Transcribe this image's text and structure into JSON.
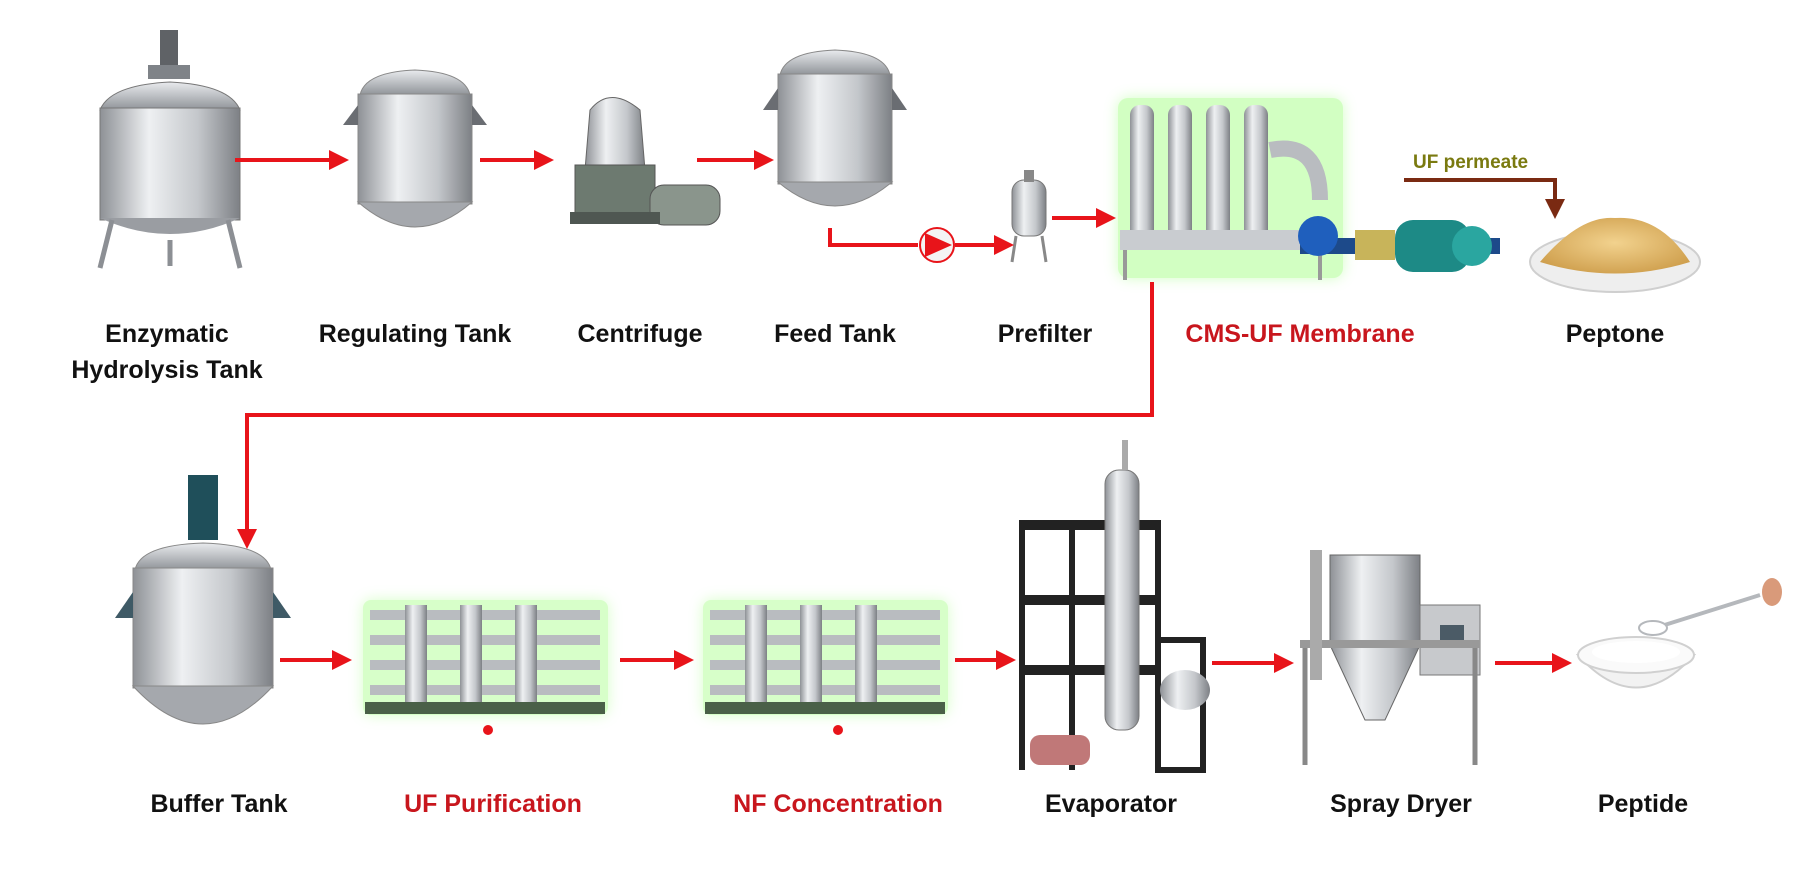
{
  "stages": {
    "enzymatic_hydrolysis_tank": "Enzymatic\nHydrolysis Tank",
    "regulating_tank": "Regulating Tank",
    "centrifuge": "Centrifuge",
    "feed_tank": "Feed Tank",
    "prefilter": "Prefilter",
    "cms_uf_membrane": "CMS-UF Membrane",
    "peptone": "Peptone",
    "buffer_tank": "Buffer Tank",
    "uf_purification": "UF Purification",
    "nf_concentration": "NF Concentration",
    "evaporator": "Evaporator",
    "spray_dryer": "Spray Dryer",
    "peptide": "Peptide"
  },
  "annotations": {
    "uf_permeate": "UF permeate"
  },
  "colors": {
    "flow_arrow": "#e8141a",
    "permeate_arrow": "#7a2a12",
    "highlight_label": "#c8161d",
    "membrane_glow": "#7cff5a",
    "steel": "#b9bcc0",
    "peptone_powder": "#e2b86a"
  }
}
